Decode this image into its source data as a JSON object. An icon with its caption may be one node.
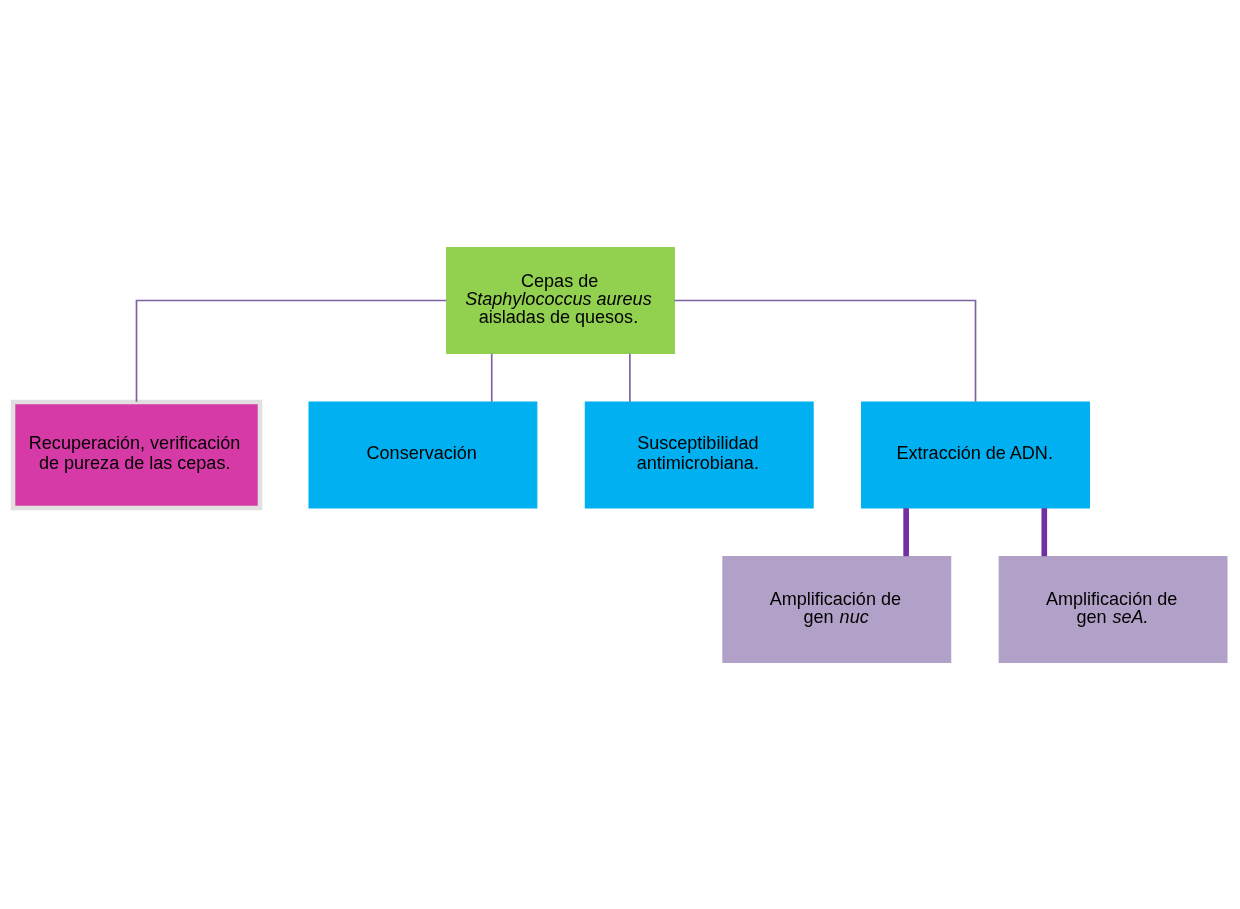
{
  "diagram": {
    "nodes": [
      {
        "text": [
          "Cepas de *Staphylococcus aureus* aisladas de quesos."
        ]
      },
      {
        "text": [
          "Recuperación, verificación de pureza de las cepas."
        ]
      },
      {
        "text": [
          "Conservación"
        ]
      },
      {
        "text": [
          "Susceptibilidad antimicrobiana."
        ]
      },
      {
        "text": [
          "Extracción de ADN."
        ]
      },
      {
        "text": [
          "Amplificación de gen *nuc*"
        ]
      },
      {
        "text": [
          "Amplificación de gen *seA.*"
        ]
      }
    ],
    "edges": [
      {
        "from": 0,
        "to": 1,
        "arrow": "none"
      },
      {
        "from": 0,
        "to": 2,
        "arrow": "none"
      },
      {
        "from": 0,
        "to": 3,
        "arrow": "none"
      },
      {
        "from": 0,
        "to": 4,
        "arrow": "none"
      },
      {
        "from": 4,
        "to": 5,
        "arrow": "none",
        "style": "thick",
        "color": "#7030a0"
      },
      {
        "from": 4,
        "to": 6,
        "arrow": "none",
        "style": "thick",
        "color": "#7030a0"
      }
    ]
  }
}
